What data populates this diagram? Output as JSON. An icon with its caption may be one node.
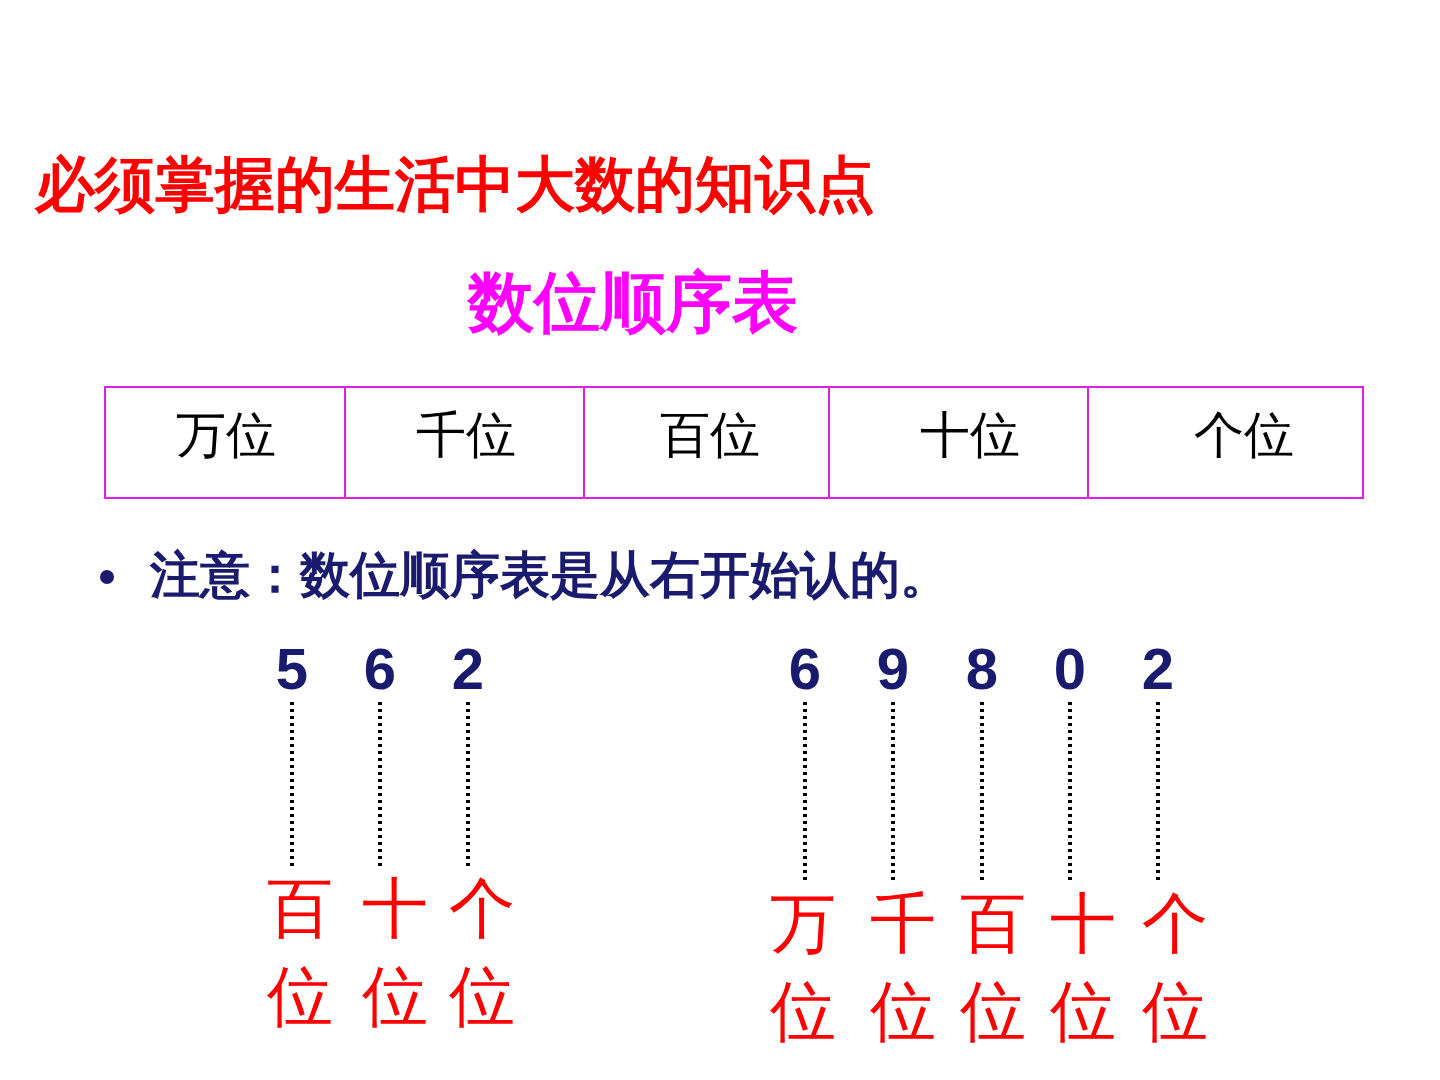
{
  "diagram": {
    "title": "必须掌握的生活中大数的知识点",
    "nodes": [
      {
        "text": [
          "5"
        ]
      },
      {
        "text": [
          "6"
        ]
      },
      {
        "text": [
          "2"
        ]
      },
      {
        "text": [
          "百位"
        ]
      },
      {
        "text": [
          "十位"
        ]
      },
      {
        "text": [
          "个位"
        ]
      },
      {
        "text": [
          "6"
        ]
      },
      {
        "text": [
          "9"
        ]
      },
      {
        "text": [
          "8"
        ]
      },
      {
        "text": [
          "0"
        ]
      },
      {
        "text": [
          "2"
        ]
      },
      {
        "text": [
          "万位"
        ]
      },
      {
        "text": [
          "千位"
        ]
      },
      {
        "text": [
          "百位"
        ]
      },
      {
        "text": [
          "十位"
        ]
      },
      {
        "text": [
          "个位"
        ]
      }
    ],
    "edges": [
      {
        "from": 0,
        "to": 3,
        "arrow": "none",
        "style": "dashed"
      },
      {
        "from": 1,
        "to": 4,
        "arrow": "none",
        "style": "dashed"
      },
      {
        "from": 2,
        "to": 5,
        "arrow": "none",
        "style": "dashed"
      },
      {
        "from": 6,
        "to": 11,
        "arrow": "none",
        "style": "dashed"
      },
      {
        "from": 7,
        "to": 12,
        "arrow": "none",
        "style": "dashed"
      },
      {
        "from": 8,
        "to": 13,
        "arrow": "none",
        "style": "dashed"
      },
      {
        "from": 9,
        "to": 14,
        "arrow": "none",
        "style": "dashed"
      },
      {
        "from": 10,
        "to": 15,
        "arrow": "none",
        "style": "dashed"
      }
    ],
    "labels": [
      "数位顺序表",
      "万位",
      "千位",
      "百位",
      "十位",
      "个位",
      "注意：数位顺序表是从右开始认的。"
    ]
  }
}
